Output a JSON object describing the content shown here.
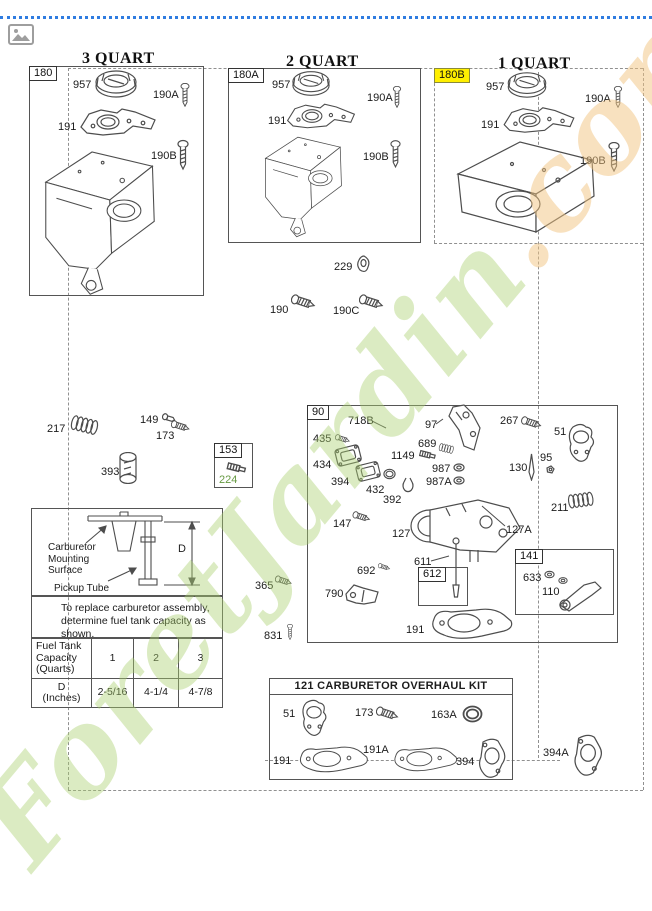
{
  "page": {
    "divider_color": "#2f7ce0",
    "highlight_color": "#ffef00",
    "watermark": {
      "main": "ForetJardin",
      "suffix": ".com",
      "green": "#aad06e",
      "orange": "#f2c480"
    },
    "icons": {
      "top_left": "image-placeholder-icon"
    }
  },
  "tanks": [
    {
      "title": "3 QUART",
      "ref": "180",
      "cap": "957",
      "screw_top": "190A",
      "bracket": "191",
      "screw_side": "190B"
    },
    {
      "title": "2 QUART",
      "ref": "180A",
      "cap": "957",
      "screw_top": "190A",
      "bracket": "191",
      "screw_side": "190B"
    },
    {
      "title": "1 QUART",
      "ref": "180B",
      "cap": "957",
      "screw_top": "190A",
      "bracket": "191",
      "screw_side": "190B"
    }
  ],
  "loose": {
    "p229": "229",
    "p190": "190",
    "p190c": "190C",
    "p217": "217",
    "p149": "149",
    "p173": "173",
    "p393": "393",
    "p365": "365",
    "p831": "831"
  },
  "needle_box": {
    "ref": "153",
    "part": "224"
  },
  "carb_box": {
    "ref": "90",
    "p718b": "718B",
    "p97": "97",
    "p267": "267",
    "p51": "51",
    "p435": "435",
    "p434": "434",
    "p689": "689",
    "p1149": "1149",
    "p987": "987",
    "p987a": "987A",
    "p95": "95",
    "p130": "130",
    "p394": "394",
    "p432": "432",
    "p392": "392",
    "p211": "211",
    "p147": "147",
    "p127": "127",
    "p127a": "127A",
    "p611": "611",
    "p692": "692",
    "p790": "790",
    "p191": "191",
    "needle_kit_ref": "612",
    "float_kit_ref": "141",
    "p633": "633",
    "p110": "110"
  },
  "info": {
    "mounting_label": "Carburetor Mounting Surface",
    "pickup_label": "Pickup Tube",
    "dim": "D",
    "note": "To replace carburetor assembly, determine fuel tank capacity as shown.",
    "table": {
      "capacity_header": "Fuel Tank Capacity (Quarts)",
      "depth_header": "D (Inches)",
      "capacities": [
        "1",
        "2",
        "3"
      ],
      "depths": [
        "2-5/16",
        "4-1/4",
        "4-7/8"
      ]
    }
  },
  "kit": {
    "title": "121 CARBURETOR OVERHAUL KIT",
    "p51": "51",
    "p173": "173",
    "p163a": "163A",
    "p191": "191",
    "p191a": "191A",
    "p394": "394",
    "p394a": "394A"
  }
}
